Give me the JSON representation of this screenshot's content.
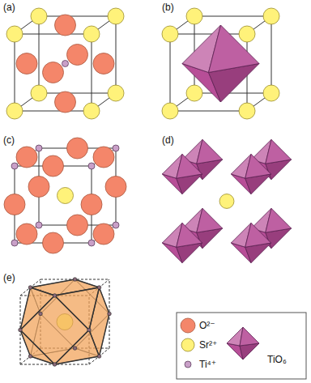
{
  "diagram": {
    "labels": [
      "(a)",
      "(b)",
      "(c)",
      "(d)",
      "(e)"
    ],
    "legend": [
      {
        "text": "O²⁻",
        "color": "#f4866a"
      },
      {
        "text": "Sr²⁺",
        "color": "#fff27a"
      },
      {
        "text": "Ti⁴⁺",
        "color": "#c9a0c8"
      },
      {
        "text": "TiO₆"
      }
    ]
  }
}
